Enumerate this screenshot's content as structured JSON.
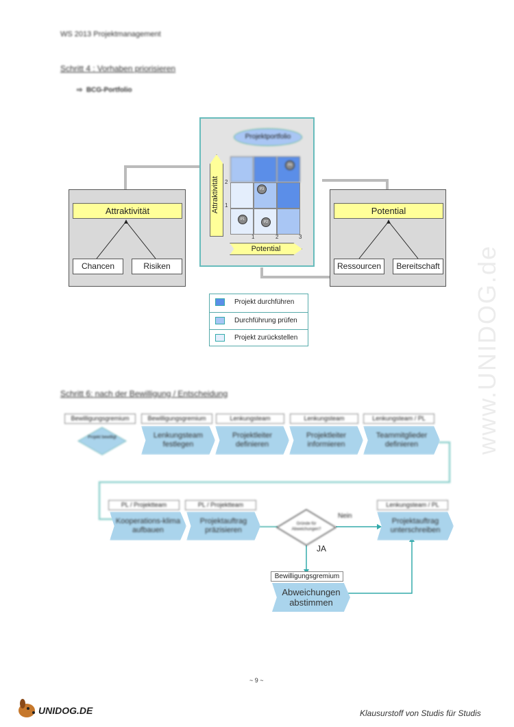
{
  "header": {
    "course": "WS 2013 Projektmanagement"
  },
  "section4": {
    "heading": "Schritt 4 : Vorhaben priorisieren",
    "bullet": "BCG-Portfolio"
  },
  "portfolio": {
    "title": "Projektportfolio",
    "y_axis": "Attraktivität",
    "x_axis": "Potential",
    "y_ticks": [
      "2",
      "1"
    ],
    "x_ticks": [
      "1",
      "2",
      "3"
    ],
    "projects": [
      "P1",
      "P2",
      "P3",
      "P4"
    ]
  },
  "attraktivitaet": {
    "title": "Attraktivität",
    "left": "Chancen",
    "right": "Risiken"
  },
  "potential": {
    "title": "Potential",
    "left": "Ressourcen",
    "right": "Bereitschaft"
  },
  "legend": [
    {
      "label": "Projekt durchführen",
      "color": "#5b8ee8"
    },
    {
      "label": "Durchführung prüfen",
      "color": "#a9c6f4"
    },
    {
      "label": "Projekt zurückstellen",
      "color": "#e4eefc"
    }
  ],
  "section6": {
    "heading": "Schritt 6: nach der Bewilligung / Entscheidung"
  },
  "flow": {
    "start_label": "Bewilligungsgremium",
    "start_diamond": "Projekt bewilligt",
    "row1": [
      {
        "role": "Bewilligungsgremium",
        "text": "Lenkungsteam festlegen"
      },
      {
        "role": "Lenkungsteam",
        "text": "Projektleiter definieren"
      },
      {
        "role": "Lenkungsteam",
        "text": "Projektleiter informieren"
      },
      {
        "role": "Lenkungsteam / PL",
        "text": "Teammitglieder definieren"
      }
    ],
    "row2": [
      {
        "role": "PL / Projektteam",
        "text": "Kooperations-klima aufbauen"
      },
      {
        "role": "PL / Projektteam",
        "text": "Projektauftrag präzisieren"
      }
    ],
    "decision": "Gründe für Abweichungen?",
    "no_label": "Nein",
    "yes_label": "JA",
    "end": {
      "role": "Lenkungsteam / PL",
      "text": "Projektauftrag unterschreiben"
    },
    "abw": {
      "role": "Bewilligungsgremium",
      "text": "Abweichungen abstimmen"
    }
  },
  "page_number": "~ 9 ~",
  "footer": {
    "logo": "UNIDOG.DE",
    "tagline": "Klausurstoff von Studis für Studis",
    "watermark": "www.UNIDOG.de"
  }
}
